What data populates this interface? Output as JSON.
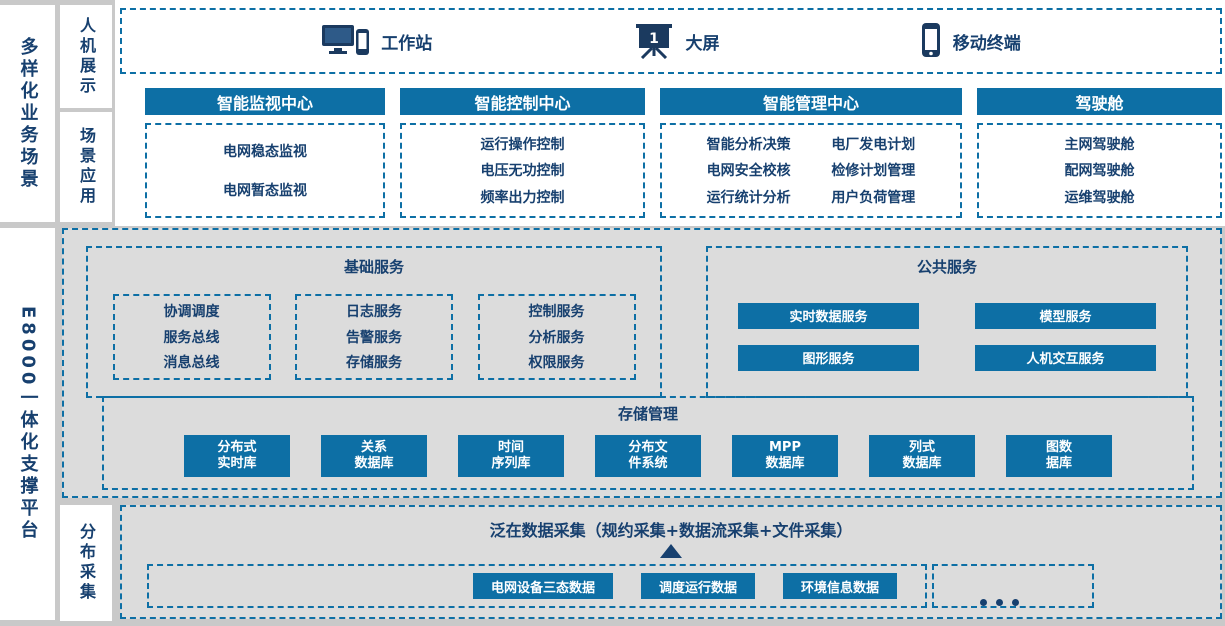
{
  "colors": {
    "primary": "#0d6fa5",
    "navy": "#17406f",
    "panel_gray": "#dcdcdc"
  },
  "left_rail": {
    "business": "多样化业务场景",
    "platform": "E8000一体化支撑平台"
  },
  "mid_rail": {
    "display": "人机展示",
    "scenario": "场景应用",
    "collection": "分布采集"
  },
  "display_row": {
    "items": [
      {
        "label": "工作站",
        "icon": "workstation-icon"
      },
      {
        "label": "大屏",
        "icon": "big-screen-icon",
        "icon_text": "1"
      },
      {
        "label": "移动终端",
        "icon": "mobile-icon"
      }
    ]
  },
  "scenario_row": {
    "columns": [
      {
        "header": "智能监视中心",
        "items": [
          "电网稳态监视",
          "电网暂态监视"
        ]
      },
      {
        "header": "智能控制中心",
        "items": [
          "运行操作控制",
          "电压无功控制",
          "频率出力控制"
        ]
      },
      {
        "header": "智能管理中心",
        "left_items": [
          "智能分析决策",
          "电网安全校核",
          "运行统计分析"
        ],
        "right_items": [
          "电厂发电计划",
          "检修计划管理",
          "用户负荷管理"
        ]
      },
      {
        "header": "驾驶舱",
        "items": [
          "主网驾驶舱",
          "配网驾驶舱",
          "运维驾驶舱"
        ]
      }
    ]
  },
  "platform": {
    "basic_services": {
      "title": "基础服务",
      "groups": [
        {
          "items": [
            "协调调度",
            "服务总线",
            "消息总线"
          ]
        },
        {
          "items": [
            "日志服务",
            "告警服务",
            "存储服务"
          ]
        },
        {
          "items": [
            "控制服务",
            "分析服务",
            "权限服务"
          ]
        }
      ]
    },
    "public_services": {
      "title": "公共服务",
      "items": [
        "实时数据服务",
        "模型服务",
        "图形服务",
        "人机交互服务"
      ]
    },
    "storage": {
      "title": "存储管理",
      "items": [
        {
          "line1": "分布式",
          "line2": "实时库"
        },
        {
          "line1": "关系",
          "line2": "数据库"
        },
        {
          "line1": "时间",
          "line2": "序列库"
        },
        {
          "line1": "分布文",
          "line2": "件系统"
        },
        {
          "line1": "MPP",
          "line2": "数据库"
        },
        {
          "line1": "列式",
          "line2": "数据库"
        },
        {
          "line1": "图数",
          "line2": "据库"
        }
      ]
    }
  },
  "collection_row": {
    "title": "泛在数据采集（规约采集+数据流采集+文件采集）",
    "items": [
      "电网设备三态数据",
      "调度运行数据",
      "环境信息数据"
    ]
  }
}
